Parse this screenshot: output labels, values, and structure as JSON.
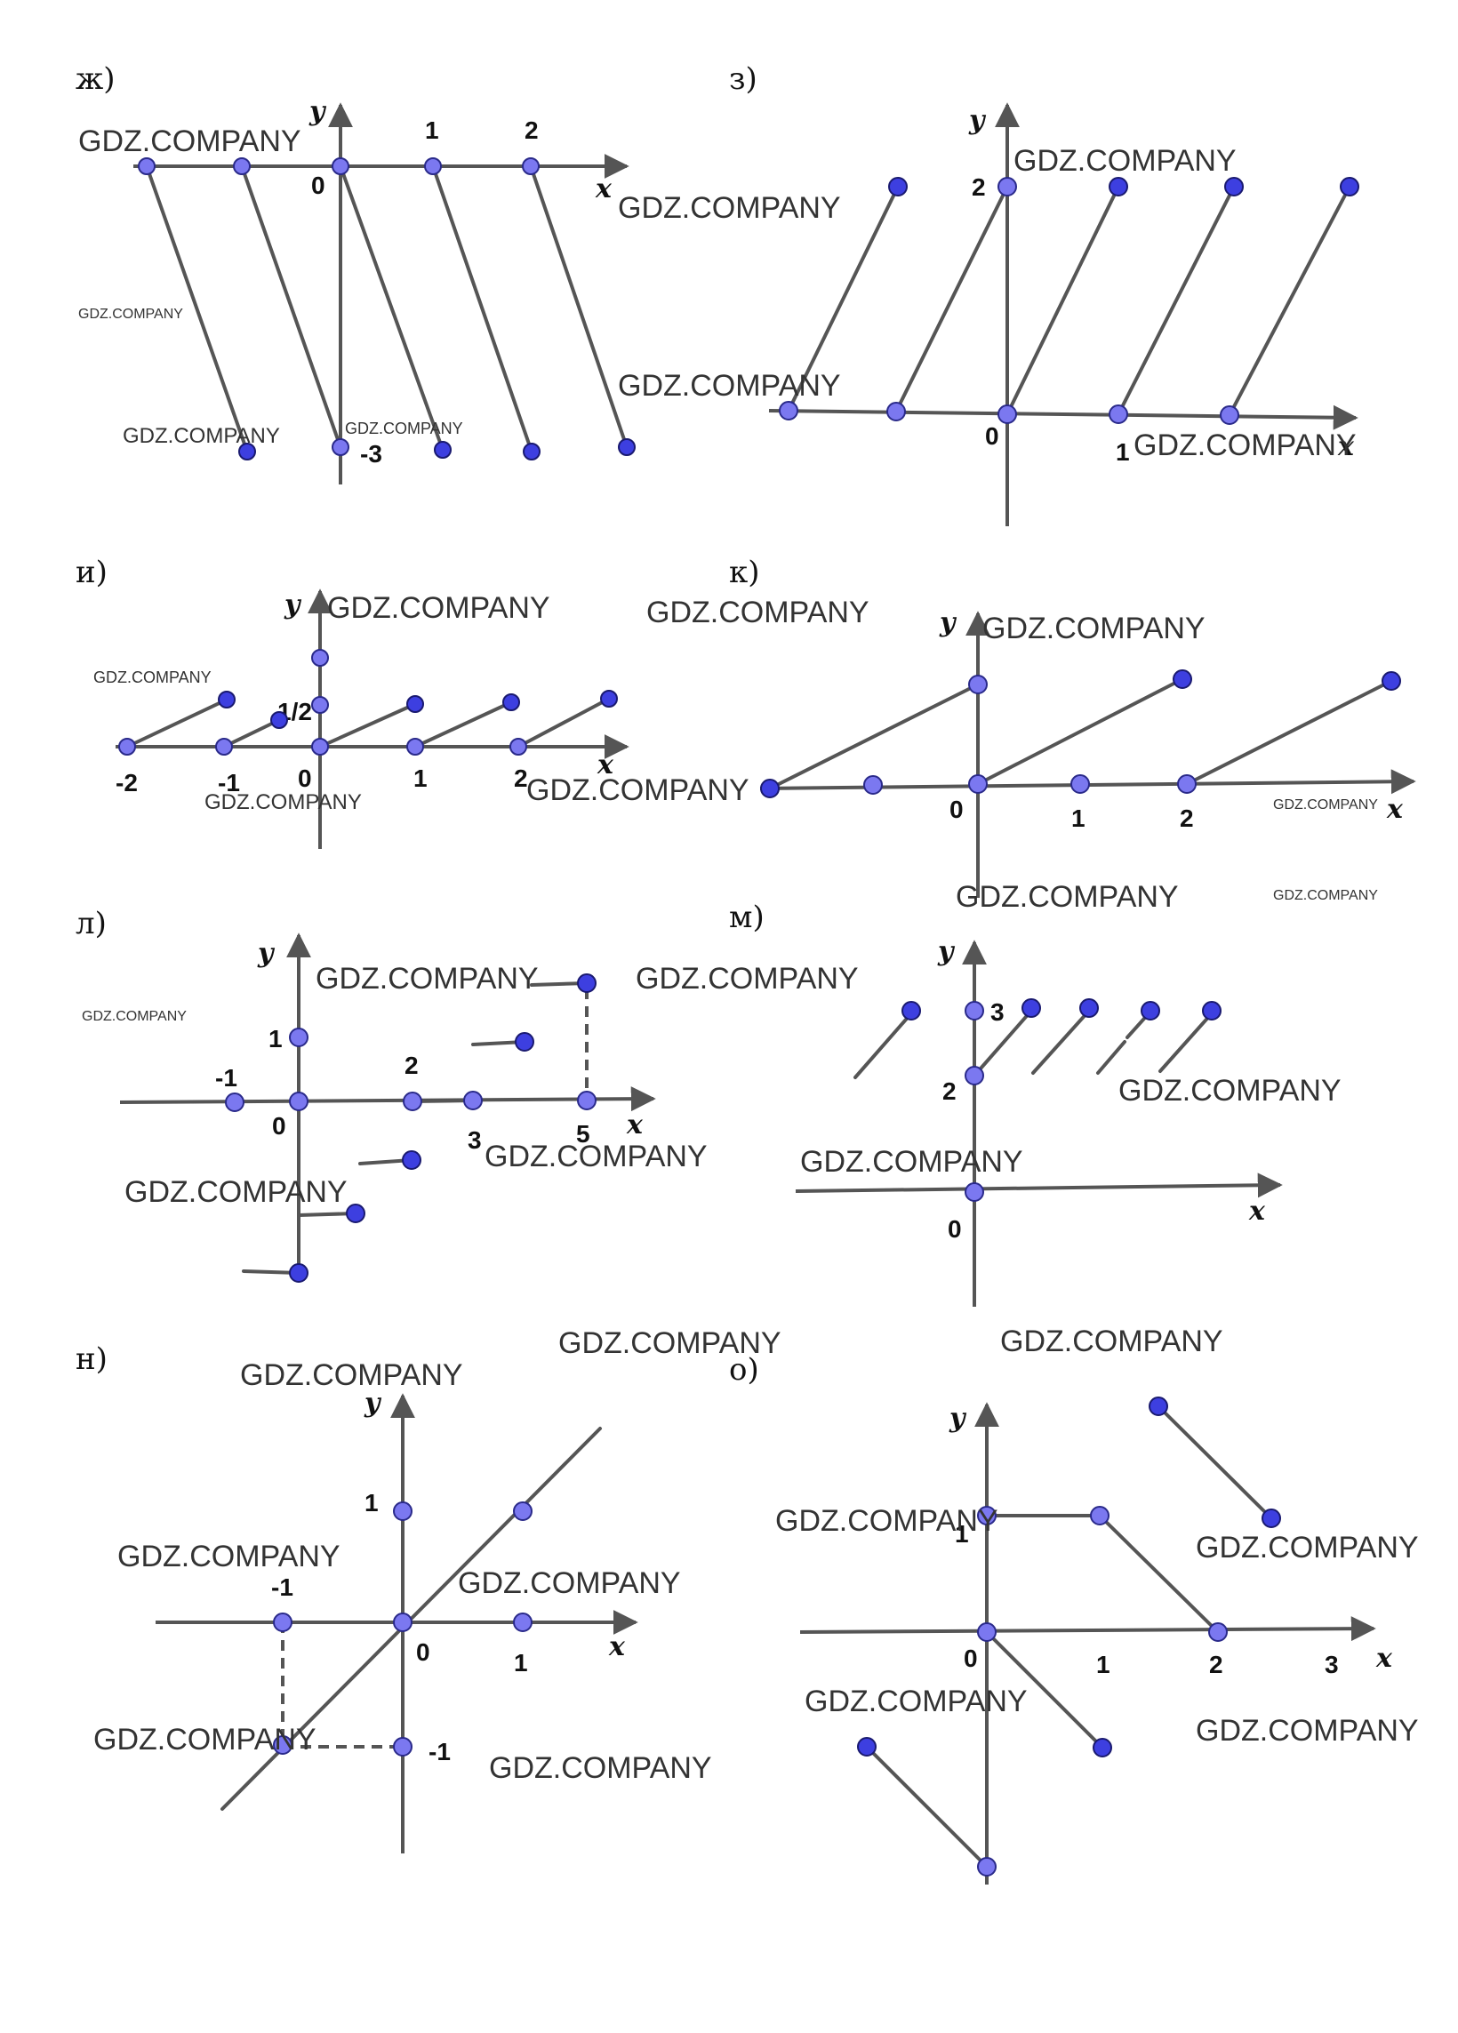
{
  "watermark": "GDZ.COMPANY",
  "colors": {
    "point_fill": "#7b78f0",
    "point_dark": "#3d3fe0",
    "line": "#555555"
  },
  "panels": [
    {
      "id": "zh",
      "label": "ж)",
      "axis_x": "x",
      "axis_y": "y",
      "ticks": [
        "0",
        "1",
        "2",
        "-3"
      ]
    },
    {
      "id": "z",
      "label": "з)",
      "axis_x": "x",
      "axis_y": "y",
      "ticks": [
        "2",
        "0",
        "1"
      ]
    },
    {
      "id": "i",
      "label": "и)",
      "axis_x": "x",
      "axis_y": "y",
      "ticks": [
        "-2",
        "-1",
        "0",
        "1",
        "2",
        "1/2"
      ]
    },
    {
      "id": "k",
      "label": "к)",
      "axis_x": "x",
      "axis_y": "y",
      "ticks": [
        "0",
        "1",
        "2"
      ]
    },
    {
      "id": "l",
      "label": "л)",
      "axis_x": "x",
      "axis_y": "y",
      "ticks": [
        "1",
        "-1",
        "0",
        "2",
        "3",
        "5"
      ]
    },
    {
      "id": "m",
      "label": "м)",
      "axis_x": "x",
      "axis_y": "y",
      "ticks": [
        "3",
        "2",
        "0"
      ]
    },
    {
      "id": "n",
      "label": "н)",
      "axis_x": "x",
      "axis_y": "y",
      "ticks": [
        "1",
        "-1",
        "0",
        "1",
        "-1"
      ]
    },
    {
      "id": "o",
      "label": "о)",
      "axis_x": "x",
      "axis_y": "y",
      "ticks": [
        "1",
        "0",
        "1",
        "2",
        "3"
      ]
    }
  ]
}
